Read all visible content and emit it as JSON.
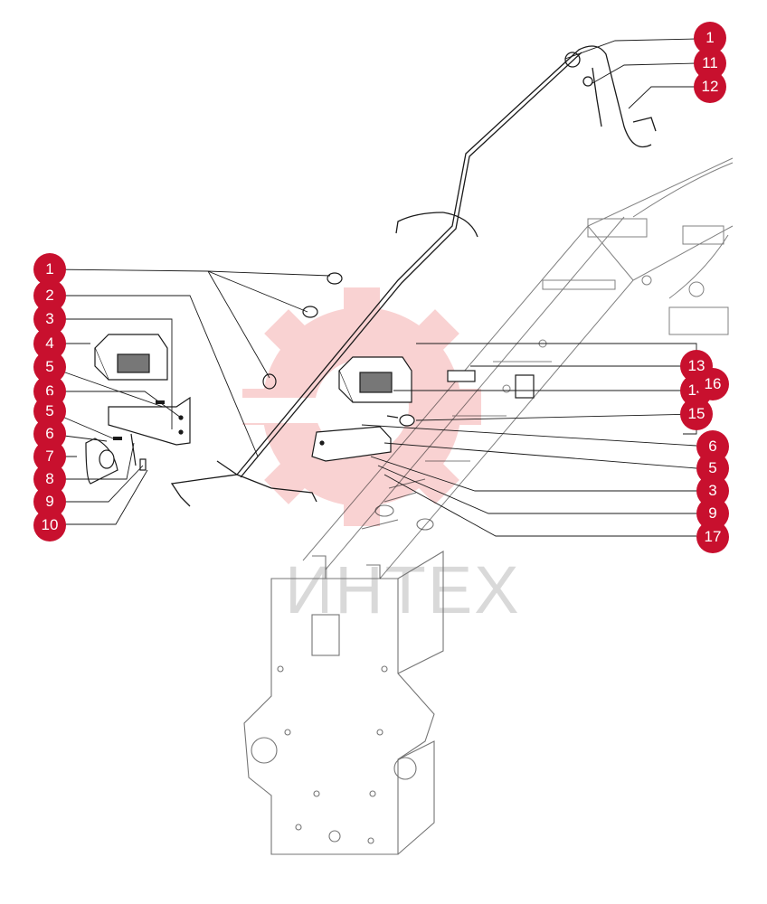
{
  "colors": {
    "callout": "#c8102e",
    "line": "#1a1a1a",
    "watermark_gear": "#f5b8b8"
  },
  "watermark": {
    "text": "ИНТЕХ",
    "icon": "gear-logo"
  },
  "callouts": [
    {
      "label": "1"
    },
    {
      "label": "11"
    },
    {
      "label": "12"
    },
    {
      "label": "1"
    },
    {
      "label": "2"
    },
    {
      "label": "3"
    },
    {
      "label": "4"
    },
    {
      "label": "5"
    },
    {
      "label": "6"
    },
    {
      "label": "5"
    },
    {
      "label": "6"
    },
    {
      "label": "7"
    },
    {
      "label": "8"
    },
    {
      "label": "9"
    },
    {
      "label": "10"
    },
    {
      "label": "13"
    },
    {
      "label": "14"
    },
    {
      "label": "15"
    },
    {
      "label": "16"
    },
    {
      "label": "6"
    },
    {
      "label": "5"
    },
    {
      "label": "3"
    },
    {
      "label": "9"
    },
    {
      "label": "17"
    }
  ]
}
